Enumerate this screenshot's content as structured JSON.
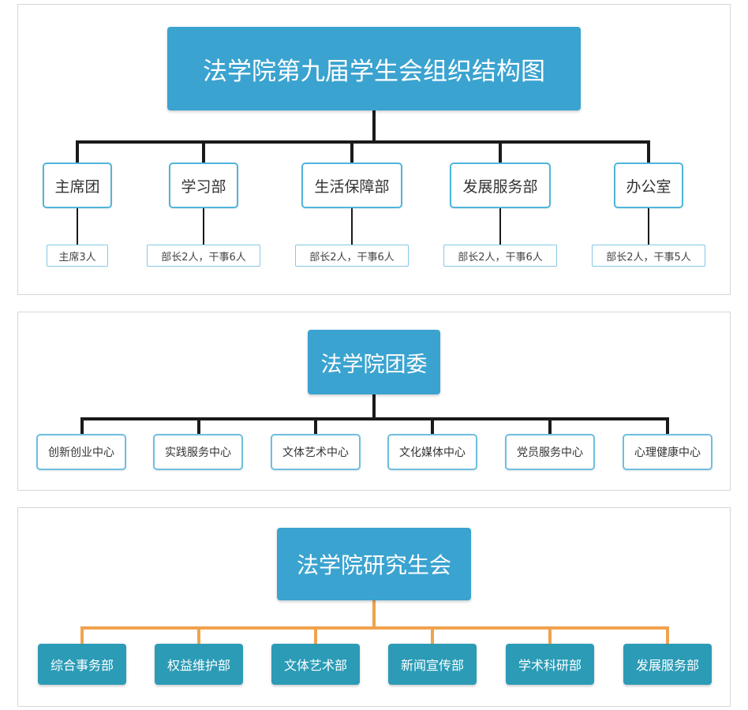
{
  "union": {
    "title": "法学院第九届学生会组织结构图",
    "departments": [
      {
        "name": "主席团",
        "detail": "主席3人"
      },
      {
        "name": "学习部",
        "detail": "部长2人，干事6人"
      },
      {
        "name": "生活保障部",
        "detail": "部长2人，干事6人"
      },
      {
        "name": "发展服务部",
        "detail": "部长2人，干事6人"
      },
      {
        "name": "办公室",
        "detail": "部长2人，干事5人"
      }
    ]
  },
  "league": {
    "title": "法学院团委",
    "centers": [
      "创新创业中心",
      "实践服务中心",
      "文体艺术中心",
      "文化媒体中心",
      "党员服务中心",
      "心理健康中心"
    ]
  },
  "graduate": {
    "title": "法学院研究生会",
    "departments": [
      "综合事务部",
      "权益维护部",
      "文体艺术部",
      "新闻宣传部",
      "学术科研部",
      "发展服务部"
    ]
  },
  "colors": {
    "title_fill": "#3ba3d0",
    "node_border": "#4fb5db",
    "connector_dark": "#1a1a1a",
    "connector_orange": "#f0a24e",
    "graduate_fill": "#2b9bb6"
  }
}
